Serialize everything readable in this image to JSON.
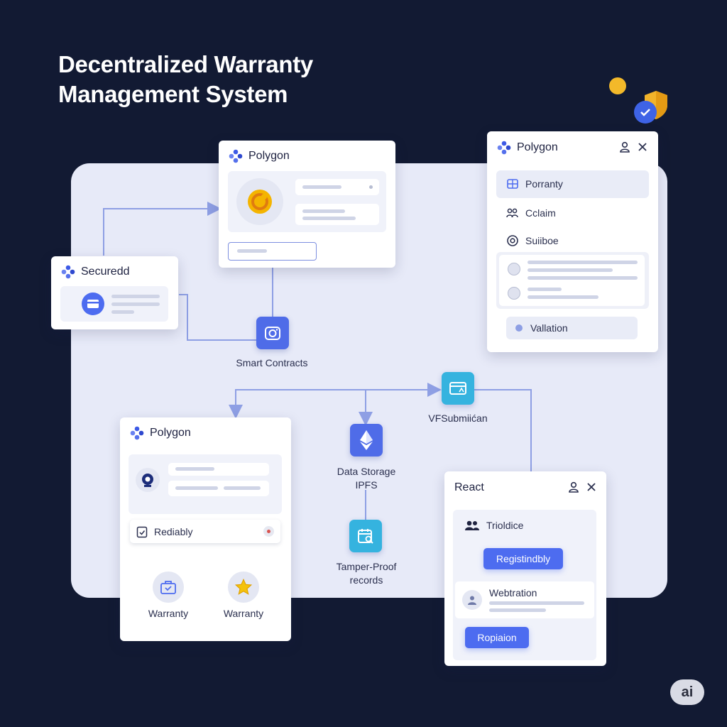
{
  "title": {
    "line1": "Decentralized Warranty",
    "line2": "Management System"
  },
  "colors": {
    "background": "#121a33",
    "stage": "#e7eaf8",
    "accent": "#4d6cf0",
    "connector": "#8e9fe4"
  },
  "cards": {
    "polygon_top": {
      "header": "Polygon",
      "logo": "polygon-logo-icon",
      "coin_icon": "coin-icon"
    },
    "secured": {
      "header": "Securedd",
      "logo": "polygon-logo-icon",
      "icon": "wallet-icon"
    },
    "polygon_right": {
      "header": "Polygon",
      "menu": [
        {
          "label": "Porranty",
          "icon": "chip-icon"
        },
        {
          "label": "Cclaim",
          "icon": "users-icon"
        },
        {
          "label": "Suiiboe",
          "icon": "target-icon"
        }
      ],
      "button": "Vallation"
    },
    "polygon_bottom": {
      "header": "Polygon",
      "row_label": "Rediably",
      "tiles": [
        {
          "label": "Warranty",
          "icon": "briefcase-icon"
        },
        {
          "label": "Warranty",
          "icon": "star-icon"
        }
      ]
    },
    "react": {
      "header": "React",
      "row1": "Trioldice",
      "button1": "Registindbly",
      "row2": "Webtration",
      "button2": "Ropiaion"
    }
  },
  "nodes": {
    "smart_contracts": {
      "label": "Smart Contracts",
      "icon": "camera-icon"
    },
    "vfsubmission": {
      "label": "VFSubmiićan",
      "icon": "card-icon"
    },
    "data_storage": {
      "line1": "Data Storage",
      "line2": "IPFS",
      "icon": "ethereum-icon"
    },
    "tamper_proof": {
      "line1": "Tamper-Proof",
      "line2": "records",
      "icon": "calendar-search-icon"
    }
  },
  "badge": "ai"
}
